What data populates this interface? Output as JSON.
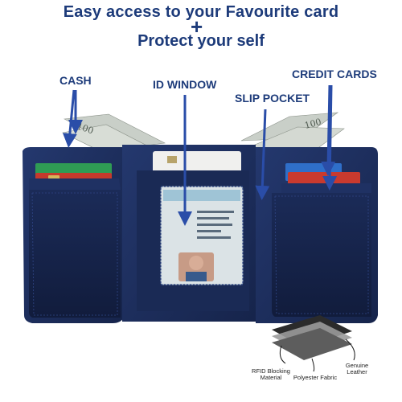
{
  "headline": {
    "line1": "Easy access to your Favourite card",
    "plus": "+",
    "line2": "Protect your self"
  },
  "callouts": {
    "cash": "CASH",
    "id_window": "ID WINDOW",
    "slip_pocket": "SLIP POCKET",
    "credit_cards": "CREDIT CARDS"
  },
  "layers_legend": {
    "rfid": "RFID Blocking Material",
    "leather": "Genuine Leather",
    "polyester": "Polyester Fabric"
  },
  "colors": {
    "headline": "#1d3b7a",
    "wallet_leather": "#1c2d5c",
    "banknote": "#c9cfc8"
  },
  "icons": [
    "down-arrow-icon"
  ]
}
